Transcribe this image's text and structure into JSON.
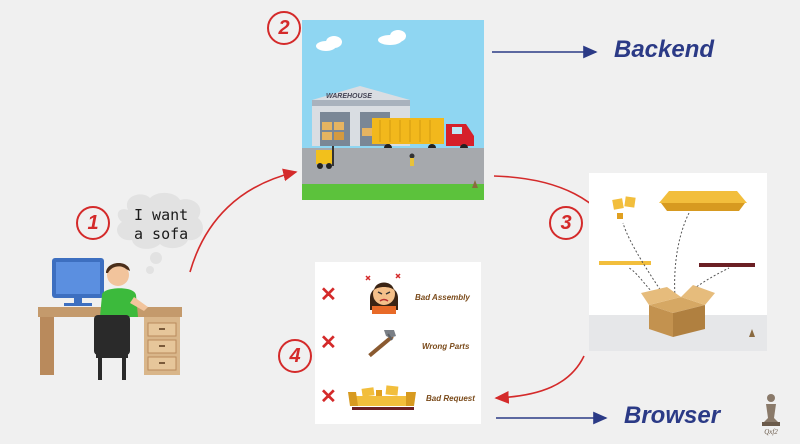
{
  "steps": {
    "one": "1",
    "two": "2",
    "three": "3",
    "four": "4"
  },
  "speech_bubble": {
    "line1": "I want",
    "line2": "a sofa"
  },
  "labels": {
    "backend": "Backend",
    "browser": "Browser"
  },
  "warehouse": {
    "sign": "WAREHOUSE"
  },
  "issues": [
    {
      "label": "Bad Assembly"
    },
    {
      "label": "Wrong Parts"
    },
    {
      "label": "Bad Request"
    }
  ],
  "colors": {
    "step_red": "#d42a2a",
    "label_blue": "#2b3a86",
    "sky": "#8fd6f2",
    "sofa_gold": "#f0b930"
  },
  "icons": [
    "desk-computer-person",
    "warehouse-scene",
    "open-box-parts",
    "angry-person-icon",
    "hammer-icon",
    "broken-sofa-icon",
    "chess-logo-icon"
  ]
}
